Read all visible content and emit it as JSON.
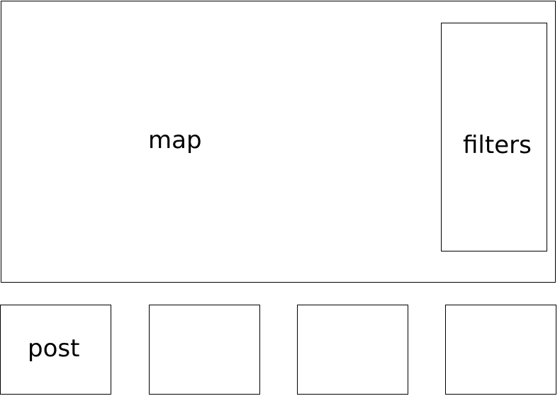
{
  "map": {
    "label": "map"
  },
  "filters": {
    "label": "filters"
  },
  "posts": [
    {
      "label": "post"
    },
    {
      "label": ""
    },
    {
      "label": ""
    },
    {
      "label": ""
    }
  ]
}
